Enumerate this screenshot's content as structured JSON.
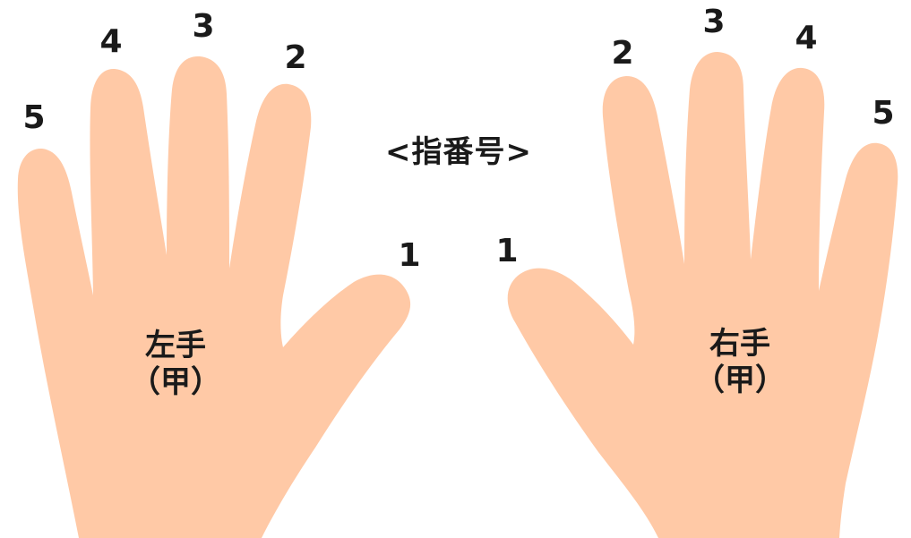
{
  "title": "<指番号>",
  "colors": {
    "skin": "#FFC9A6",
    "text": "#1a1a1a",
    "background": "#ffffff"
  },
  "left_hand": {
    "label_line1": "左手",
    "label_line2": "（甲）",
    "fingers": {
      "thumb": "1",
      "index": "2",
      "middle": "3",
      "ring": "4",
      "pinky": "5"
    }
  },
  "right_hand": {
    "label_line1": "右手",
    "label_line2": "（甲）",
    "fingers": {
      "thumb": "1",
      "index": "2",
      "middle": "3",
      "ring": "4",
      "pinky": "5"
    }
  }
}
